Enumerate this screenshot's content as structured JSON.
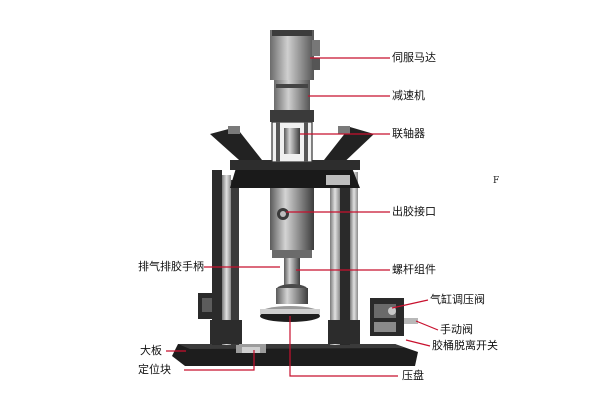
{
  "labels": {
    "servo_motor": "伺服马达",
    "reducer": "减速机",
    "coupling": "联轴器",
    "outlet": "出胶接口",
    "exhaust_handle": "排气排胶手柄",
    "screw_assembly": "螺杆组件",
    "cylinder_valve": "气缸调压阀",
    "manual_valve": "手动阀",
    "bucket_switch": "胶桶脱离开关",
    "base_plate": "大板",
    "locating_block": "定位块",
    "press_plate": "压盘"
  },
  "stray_text": "F",
  "colors": {
    "leader": "#c8102e",
    "metal_dark": "#1e1e1e",
    "metal_mid": "#6f6f6f",
    "metal_light": "#bdbdbd",
    "metal_hi": "#e6e6e6",
    "frame": "#262626"
  }
}
